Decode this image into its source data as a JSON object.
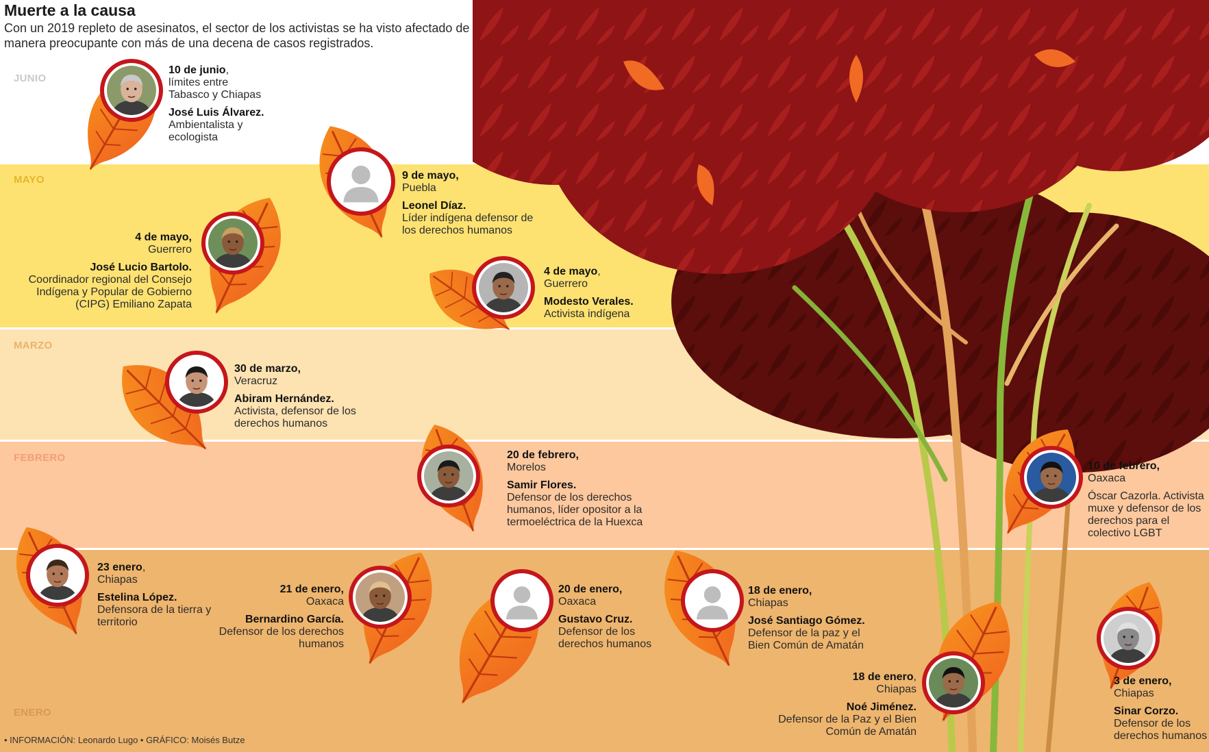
{
  "title": "Muerte a la causa",
  "subtitle": "Con un 2019 repleto de asesinatos, el sector de los activistas se ha visto afectado de manera preocupante con más de una decena de casos registrados.",
  "months": {
    "junio": "JUNIO",
    "mayo": "MAYO",
    "marzo": "MARZO",
    "febrero": "FEBRERO",
    "enero": "ENERO"
  },
  "credits": "• INFORMACIÓN: Leonardo Lugo • GRÁFICO: Moisés Butze",
  "colors": {
    "leaf": "#f0611f",
    "ring": "#c4161c",
    "canopy": "#8e1416",
    "canopy_dark": "#5c0e0c"
  },
  "victims": [
    {
      "date": "10 de junio",
      "sep": ",",
      "place": "límites entre Tabasco y Chiapas",
      "name": "José Luis Álvarez.",
      "desc": "Ambientalista y ecologista"
    },
    {
      "date": "9 de mayo,",
      "sep": "",
      "place": "Puebla",
      "name": "Leonel Díaz.",
      "desc": "Líder indígena defensor de los derechos humanos"
    },
    {
      "date": "4 de mayo,",
      "sep": "",
      "place": "Guerrero",
      "name": "José Lucio Bartolo.",
      "desc": "Coordinador regional del Consejo Indígena y Popular de Gobierno (CIPG) Emiliano Zapata"
    },
    {
      "date": "4 de mayo",
      "sep": ",",
      "place": "Guerrero",
      "name": "Modesto Verales.",
      "desc": "Activista indígena"
    },
    {
      "date": "30 de marzo,",
      "sep": "",
      "place": "Veracruz",
      "name": "Abiram Hernández.",
      "desc": "Activista, defensor de los derechos humanos"
    },
    {
      "date": "20 de febrero,",
      "sep": "",
      "place": "Morelos",
      "name": "Samir Flores.",
      "desc": "Defensor de los derechos humanos, líder opositor a la termoeléctrica de la Huexca"
    },
    {
      "date": "10 de febrero,",
      "sep": "",
      "place": "Oaxaca",
      "name": "",
      "desc": "Óscar Cazorla. Activista muxe y defensor de los derechos para el colectivo LGBT"
    },
    {
      "date": "23 enero",
      "sep": ",",
      "place": "Chiapas",
      "name": "Estelina López.",
      "desc": "Defensora de la tierra y territorio"
    },
    {
      "date": "21 de enero,",
      "sep": "",
      "place": "Oaxaca",
      "name": "Bernardino García.",
      "desc": "Defensor de los derechos humanos"
    },
    {
      "date": "20 de enero,",
      "sep": "",
      "place": "Oaxaca",
      "name": "Gustavo Cruz.",
      "desc": "Defensor de los derechos humanos"
    },
    {
      "date": "18 de enero,",
      "sep": "",
      "place": "Chiapas",
      "name": "José Santiago Gómez.",
      "desc": "Defensor de la paz y el Bien Común de Amatán"
    },
    {
      "date": "18 de enero",
      "sep": ",",
      "place": "Chiapas",
      "name": "Noé Jiménez.",
      "desc": "Defensor de la Paz y el Bien Común de Amatán"
    },
    {
      "date": "3 de enero,",
      "sep": "",
      "place": "Chiapas",
      "name": "Sinar Corzo.",
      "desc": "Defensor de los derechos humanos"
    }
  ]
}
